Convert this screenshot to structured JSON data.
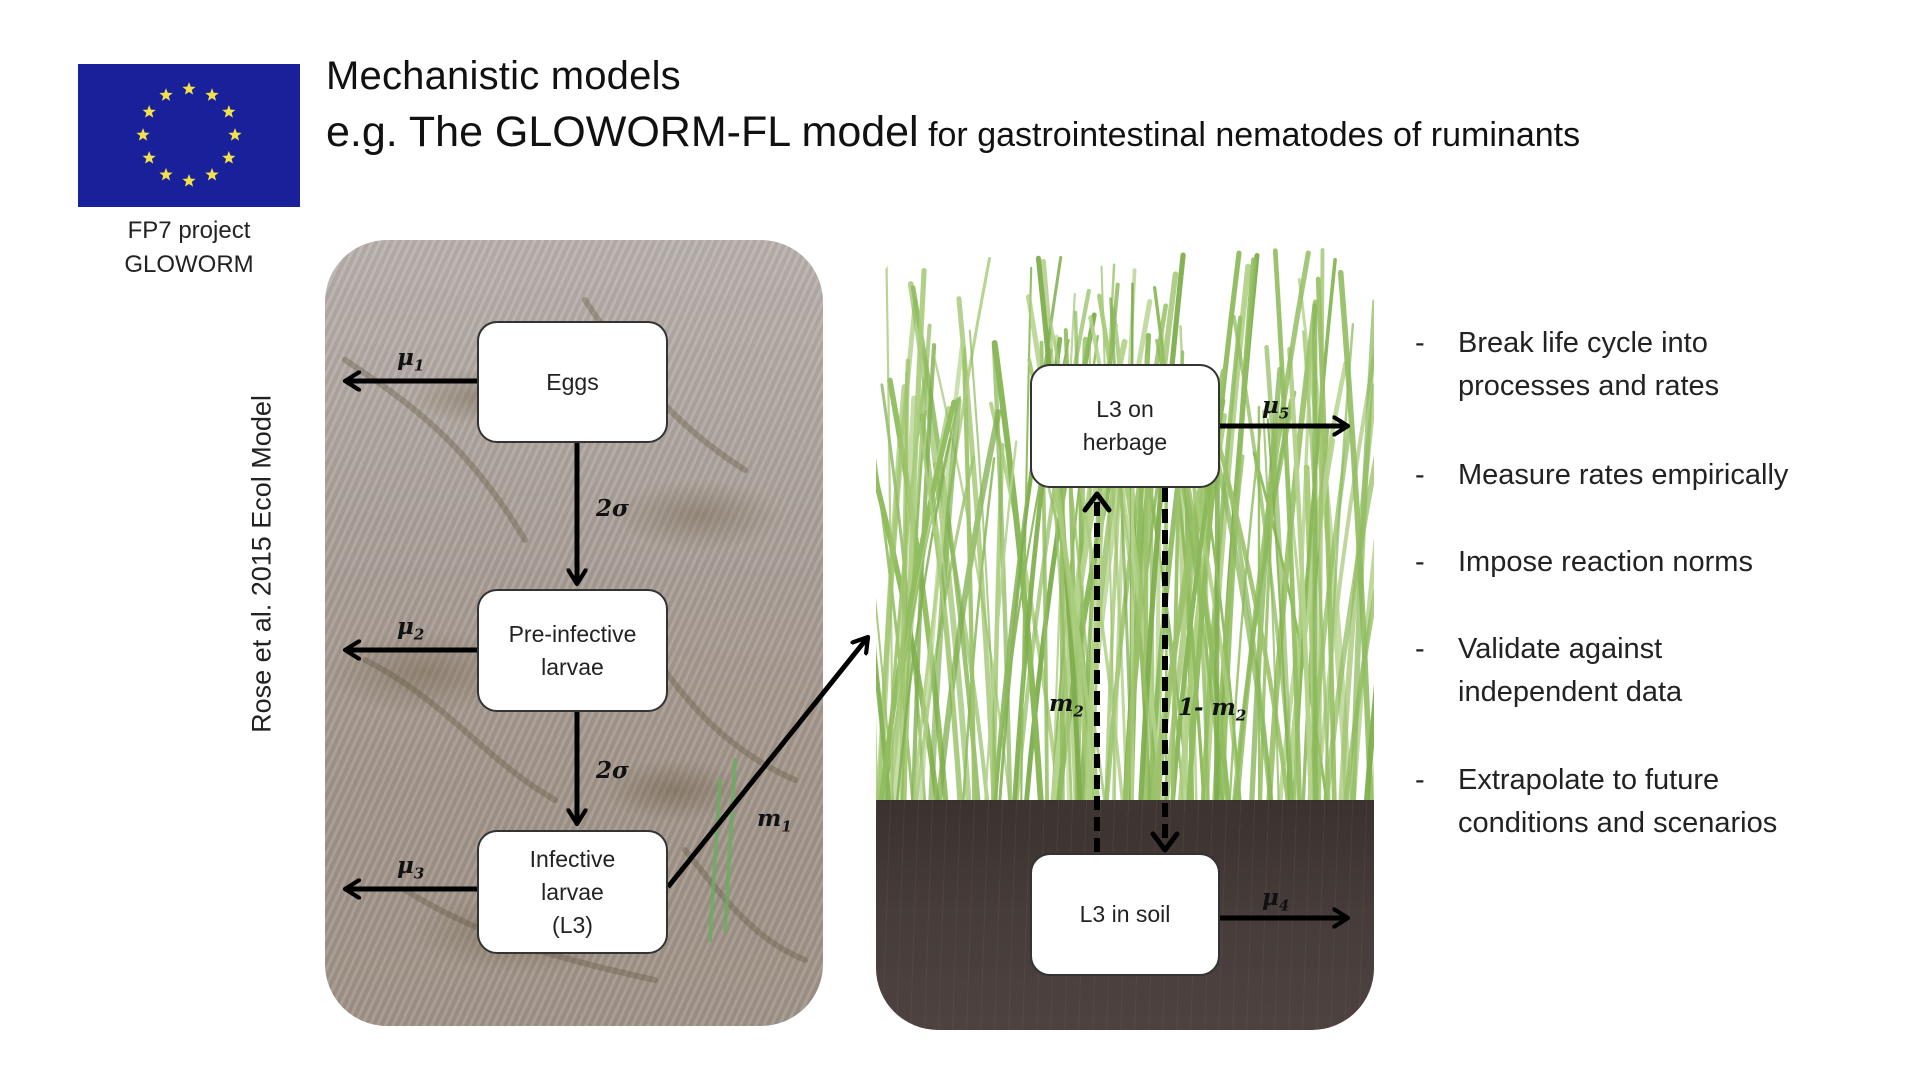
{
  "header": {
    "title_line1": "Mechanistic models",
    "title_line2_main": "e.g. The GLOWORM-FL model",
    "title_line2_sub": " for gastrointestinal nematodes of ruminants"
  },
  "logo": {
    "icon": "eu-flag-icon",
    "caption_line1": "FP7 project",
    "caption_line2": "GLOWORM",
    "colors": {
      "flag_blue": "#18209a",
      "star_yellow": "#f4e04a"
    }
  },
  "citation": "Rose et al. 2015 Ecol Model",
  "diagram": {
    "nodes": {
      "eggs": "Eggs",
      "pre_infective": [
        "Pre-infective",
        "larvae"
      ],
      "infective": [
        "Infective",
        "larvae",
        "(L3)"
      ],
      "l3_herbage": [
        "L3 on",
        "herbage"
      ],
      "l3_soil": "L3 in soil"
    },
    "rates": {
      "mu1": {
        "symbol": "μ",
        "sub": "1"
      },
      "mu2": {
        "symbol": "μ",
        "sub": "2"
      },
      "mu3": {
        "symbol": "μ",
        "sub": "3"
      },
      "mu4": {
        "symbol": "μ",
        "sub": "4"
      },
      "mu5": {
        "symbol": "μ",
        "sub": "5"
      },
      "sigma_a": "2σ",
      "sigma_b": "2σ",
      "m1": {
        "symbol": "m",
        "sub": "1"
      },
      "m2": {
        "symbol": "m",
        "sub": "2"
      },
      "one_minus_m2": {
        "symbol": "1- m",
        "sub": "2"
      }
    },
    "edges": [
      {
        "from": "eggs",
        "to": "pre_infective",
        "label": "2σ",
        "style": "solid"
      },
      {
        "from": "pre_infective",
        "to": "infective",
        "label": "2σ",
        "style": "solid"
      },
      {
        "from": "infective",
        "to": "grass_panel",
        "label": "m1",
        "style": "solid"
      },
      {
        "from": "l3_soil",
        "to": "l3_herbage",
        "label": "m2",
        "style": "dashed"
      },
      {
        "from": "l3_herbage",
        "to": "l3_soil",
        "label": "1- m2",
        "style": "dashed"
      },
      {
        "from": "eggs",
        "to": "death",
        "label": "μ1",
        "style": "solid"
      },
      {
        "from": "pre_infective",
        "to": "death",
        "label": "μ2",
        "style": "solid"
      },
      {
        "from": "infective",
        "to": "death",
        "label": "μ3",
        "style": "solid"
      },
      {
        "from": "l3_soil",
        "to": "death",
        "label": "μ4",
        "style": "solid"
      },
      {
        "from": "l3_herbage",
        "to": "death",
        "label": "μ5",
        "style": "solid"
      }
    ],
    "panels": {
      "left": "faeces (mud texture)",
      "right": "grass and soil"
    }
  },
  "bullets": [
    {
      "dash": "-",
      "lines": [
        "Break life cycle into",
        "processes and rates"
      ]
    },
    {
      "dash": "-",
      "lines": [
        "Measure rates empirically"
      ]
    },
    {
      "dash": "-",
      "lines": [
        "Impose reaction norms"
      ]
    },
    {
      "dash": "-",
      "lines": [
        "Validate against",
        "independent data"
      ]
    },
    {
      "dash": "-",
      "lines": [
        "Extrapolate to future",
        "conditions and scenarios"
      ]
    }
  ]
}
